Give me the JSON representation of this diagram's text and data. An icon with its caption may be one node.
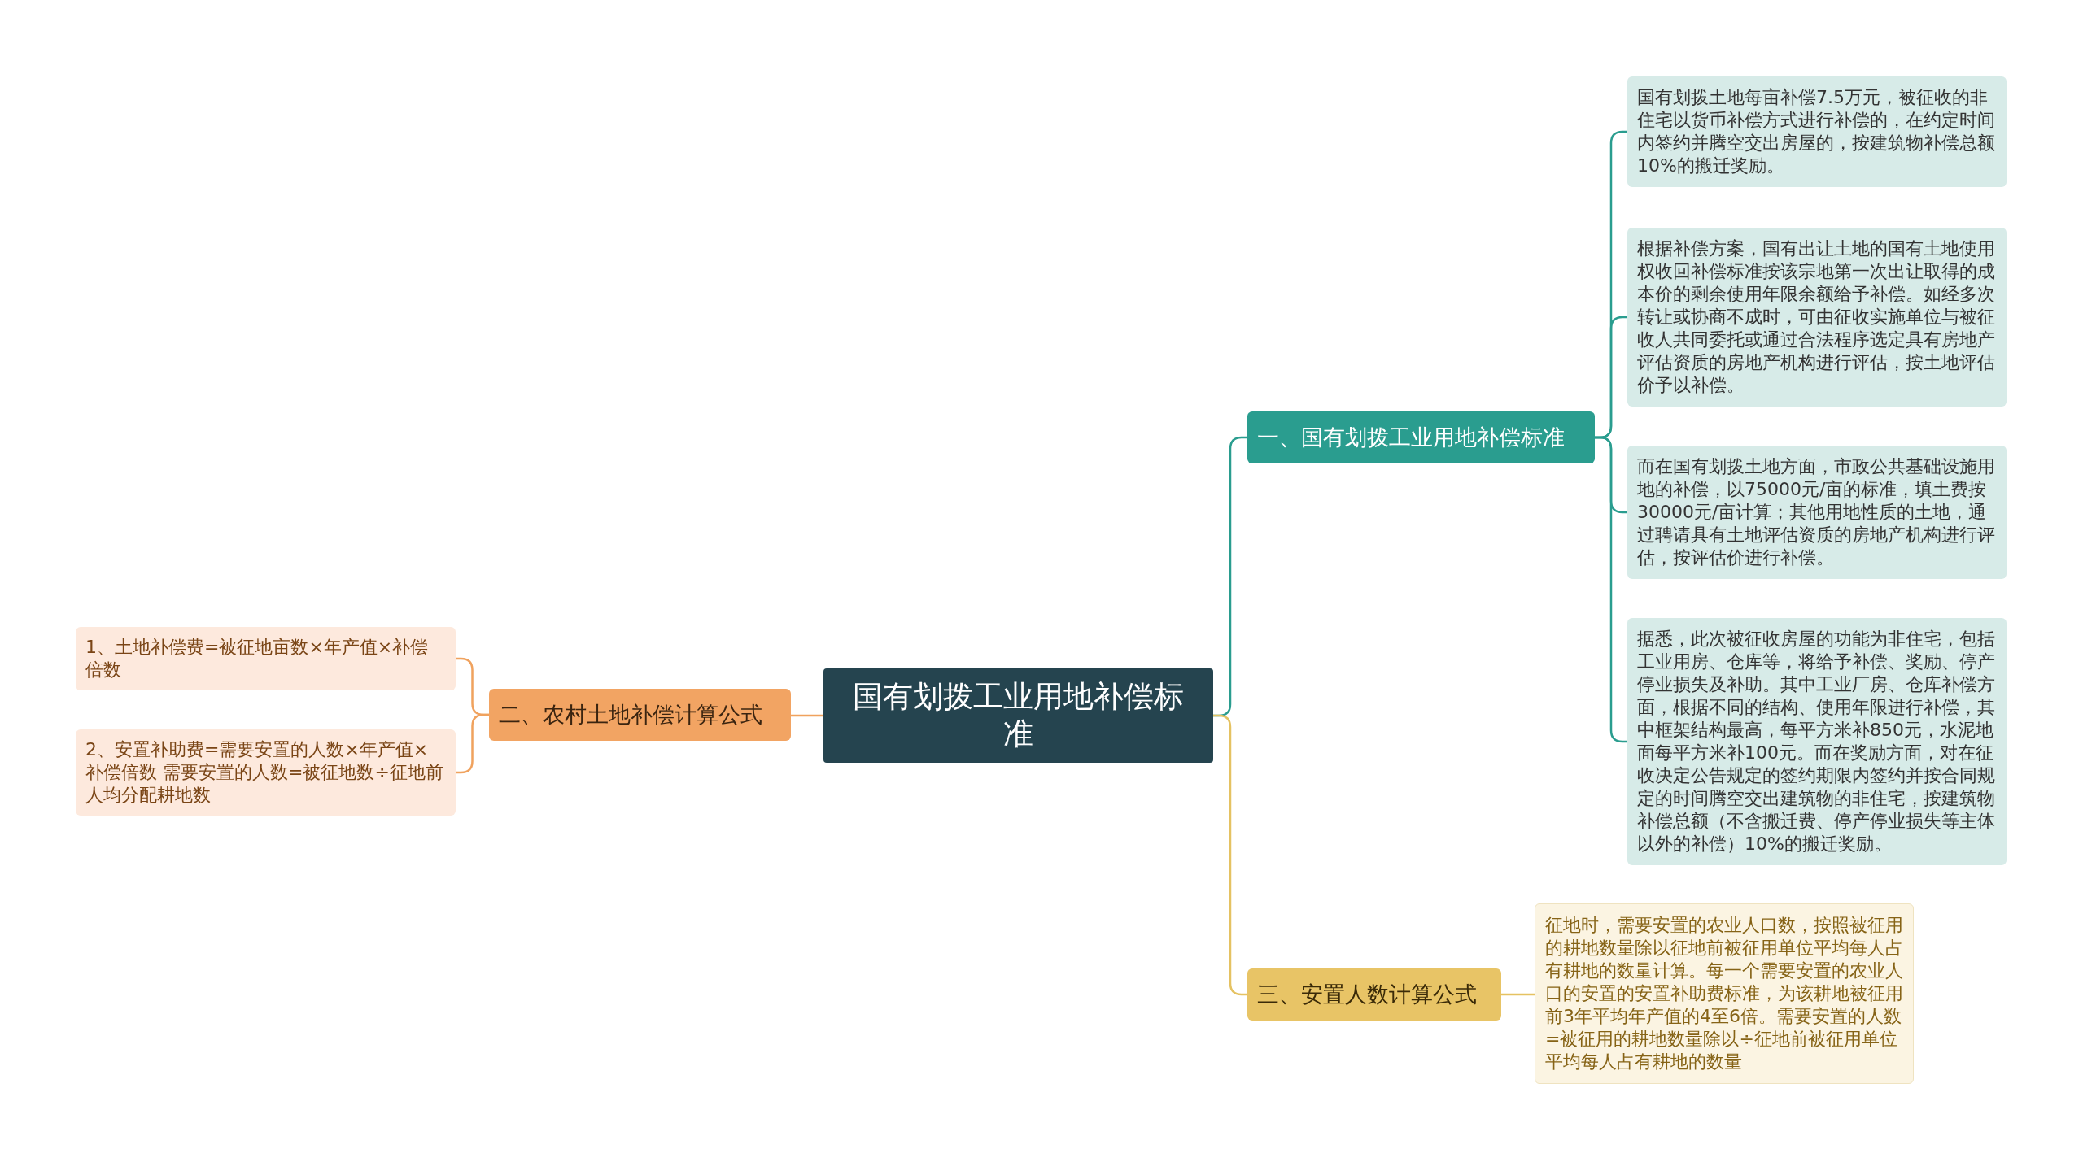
{
  "diagram": {
    "nodes": [
      {
        "text": [
          "国有划拨工业用地补偿标准"
        ]
      },
      {
        "text": [
          "一、国有划拨工业用地补偿标准"
        ]
      },
      {
        "text": [
          "国有划拨土地每亩补偿7.5万元，被征收的非住宅以货币补偿方式进行补偿的，在约定时间内签约并腾空交出房屋的，按建筑物补偿总额10%的搬迁奖励。"
        ]
      },
      {
        "text": [
          "根据补偿方案，国有出让土地的国有土地使用权收回补偿标准按该宗地第一次出让取得的成本价的剩余使用年限余额给予补偿。如经多次转让或协商不成时，可由征收实施单位与被征收人共同委托或通过合法程序选定具有房地产评估资质的房地产机构进行评估，按土地评估价予以补偿。"
        ]
      },
      {
        "text": [
          "而在国有划拨土地方面，市政公共基础设施用地的补偿，以75000元/亩的标准，填土费按30000元/亩计算；其他用地性质的土地，通过聘请具有土地评估资质的房地产机构进行评估，按评估价进行补偿。"
        ]
      },
      {
        "text": [
          "据悉，此次被征收房屋的功能为非住宅，包括工业用房、仓库等，将给予补偿、奖励、停产停业损失及补助。其中工业厂房、仓库补偿方面，根据不同的结构、使用年限进行补偿，其中框架结构最高，每平方米补850元，水泥地面每平方米补100元。而在奖励方面，对在征收决定公告规定的签约期限内签约并按合同规定的时间腾空交出建筑物的非住宅，按建筑物补偿总额（不含搬迁费、停产停业损失等主体以外的补偿）10%的搬迁奖励。"
        ]
      },
      {
        "text": [
          "二、农村土地补偿计算公式"
        ]
      },
      {
        "text": [
          "1、土地补偿费=被征地亩数×年产值×补偿倍数"
        ]
      },
      {
        "text": [
          "2、安置补助费=需要安置的人数×年产值×补偿倍数 需要安置的人数=被征地数÷征地前人均分配耕地数"
        ]
      },
      {
        "text": [
          "三、安置人数计算公式"
        ]
      },
      {
        "text": [
          "征地时，需要安置的农业人口数，按照被征用的耕地数量除以征地前被征用单位平均每人占有耕地的数量计算。每一个需要安置的农业人口的安置的安置补助费标准，为该耕地被征用前3年平均年产值的4至6倍。需要安置的人数=被征用的耕地数量除以÷征地前被征用单位平均每人占有耕地的数量"
        ]
      }
    ],
    "edges": [
      {
        "from": 0,
        "to": 1,
        "arrow": "none"
      },
      {
        "from": 1,
        "to": 2,
        "arrow": "none"
      },
      {
        "from": 1,
        "to": 3,
        "arrow": "none"
      },
      {
        "from": 1,
        "to": 4,
        "arrow": "none"
      },
      {
        "from": 1,
        "to": 5,
        "arrow": "none"
      },
      {
        "from": 0,
        "to": 6,
        "arrow": "none",
        "color": "#f0a25e"
      },
      {
        "from": 6,
        "to": 7,
        "arrow": "none",
        "color": "#f0a25e"
      },
      {
        "from": 6,
        "to": 8,
        "arrow": "none",
        "color": "#f0a25e"
      },
      {
        "from": 0,
        "to": 9,
        "arrow": "none",
        "color": "#e5c262"
      },
      {
        "from": 9,
        "to": 10,
        "arrow": "none",
        "color": "#e5c262"
      }
    ]
  }
}
